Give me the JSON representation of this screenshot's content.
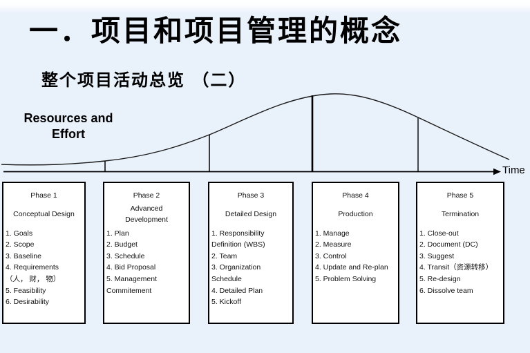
{
  "slide": {
    "title": "一．项目和项目管理的概念",
    "subtitle": "整个项目活动总览 （二）"
  },
  "chart": {
    "type": "area",
    "description": "Bell-shaped curve of resources and effort over time, divided by vertical lines into five project phase segments",
    "y_axis_label": "Resources and\nEffort",
    "x_axis_label": "Time"
  },
  "phases": [
    {
      "title": "Phase 1",
      "subtitle": "Conceptual Design",
      "items": [
        "1. Goals",
        "2. Scope",
        "3. Baseline",
        "4. Requirements",
        "（人， 财， 物）",
        "5. Feasibility",
        "6. Desirability"
      ]
    },
    {
      "title": "Phase 2",
      "subtitle": "Advanced\nDevelopment",
      "items": [
        "1. Plan",
        "2. Budget",
        "3. Schedule",
        "4. Bid Proposal",
        "5. Management Commitement"
      ]
    },
    {
      "title": "Phase 3",
      "subtitle": "Detailed Design",
      "items": [
        "1. Responsibility Definition (WBS)",
        "2. Team",
        "3. Organization Schedule",
        "4. Detailed Plan",
        "5. Kickoff"
      ]
    },
    {
      "title": "Phase 4",
      "subtitle": "Production",
      "items": [
        "1. Manage",
        "2. Measure",
        "3. Control",
        "4. Update and Re-plan",
        "5. Problem Solving"
      ]
    },
    {
      "title": "Phase 5",
      "subtitle": "Termination",
      "items": [
        "1. Close-out",
        "2. Document (DC)",
        "3. Suggest",
        "4. Transit（资源转移）",
        "5. Re-design",
        "6. Dissolve team"
      ]
    }
  ],
  "colors": {
    "background": "#e9f1fb",
    "box_background": "#ffffff",
    "line": "#000000",
    "text": "#000000"
  }
}
